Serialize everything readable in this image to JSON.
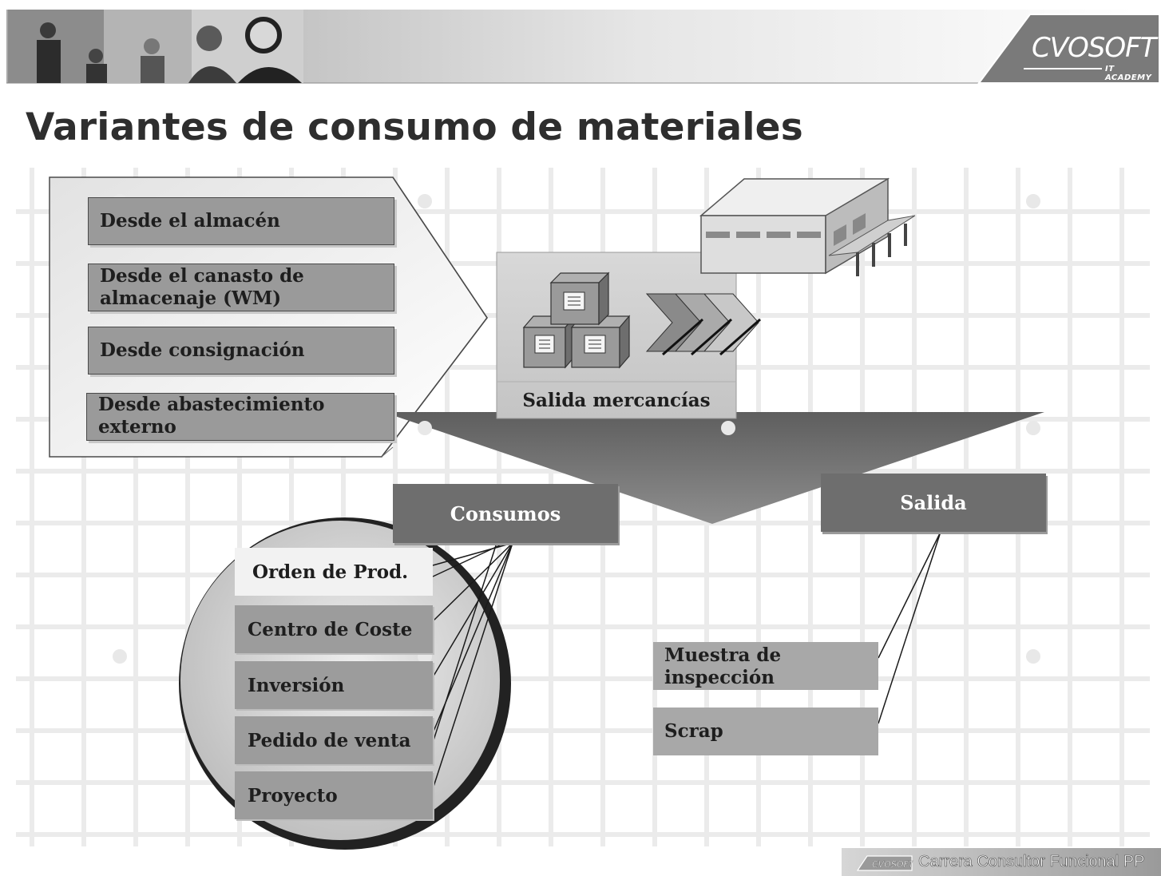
{
  "header": {
    "logo_text": "CVOSOFT",
    "logo_subtext": "IT ACADEMY",
    "photo_label": "header-photo"
  },
  "title": "Variantes de consumo de materiales",
  "sources": [
    "Desde el almacén",
    "Desde el canasto de almacenaje (WM)",
    "Desde consignación",
    "Desde abastecimiento externo"
  ],
  "sources_lines": {
    "s2_line1": "Desde el canasto de",
    "s2_line2": "almacenaje (WM)",
    "s4_line1": "Desde abastecimiento",
    "s4_line2": "externo"
  },
  "goods_issue": "Salida mercancías",
  "consumos": {
    "label": "Consumos",
    "items": [
      "Orden de Prod.",
      "Centro de Coste",
      "Inversión",
      "Pedido de venta",
      "Proyecto"
    ]
  },
  "salida": {
    "label": "Salida",
    "items": [
      "Muestra de inspección",
      "Scrap"
    ],
    "item1_line1": "Muestra de",
    "item1_line2": "inspección"
  },
  "footer": {
    "logo_text": "CVOSOFT",
    "text": "Carrera Consultor Funcional PP"
  },
  "colors": {
    "dark_box": "#6e6e6e",
    "item_fill": "#9c9c9c",
    "title": "#2e2e2e"
  },
  "icons": [
    "warehouse-icon",
    "boxes-icon",
    "chevron-arrows-icon"
  ]
}
